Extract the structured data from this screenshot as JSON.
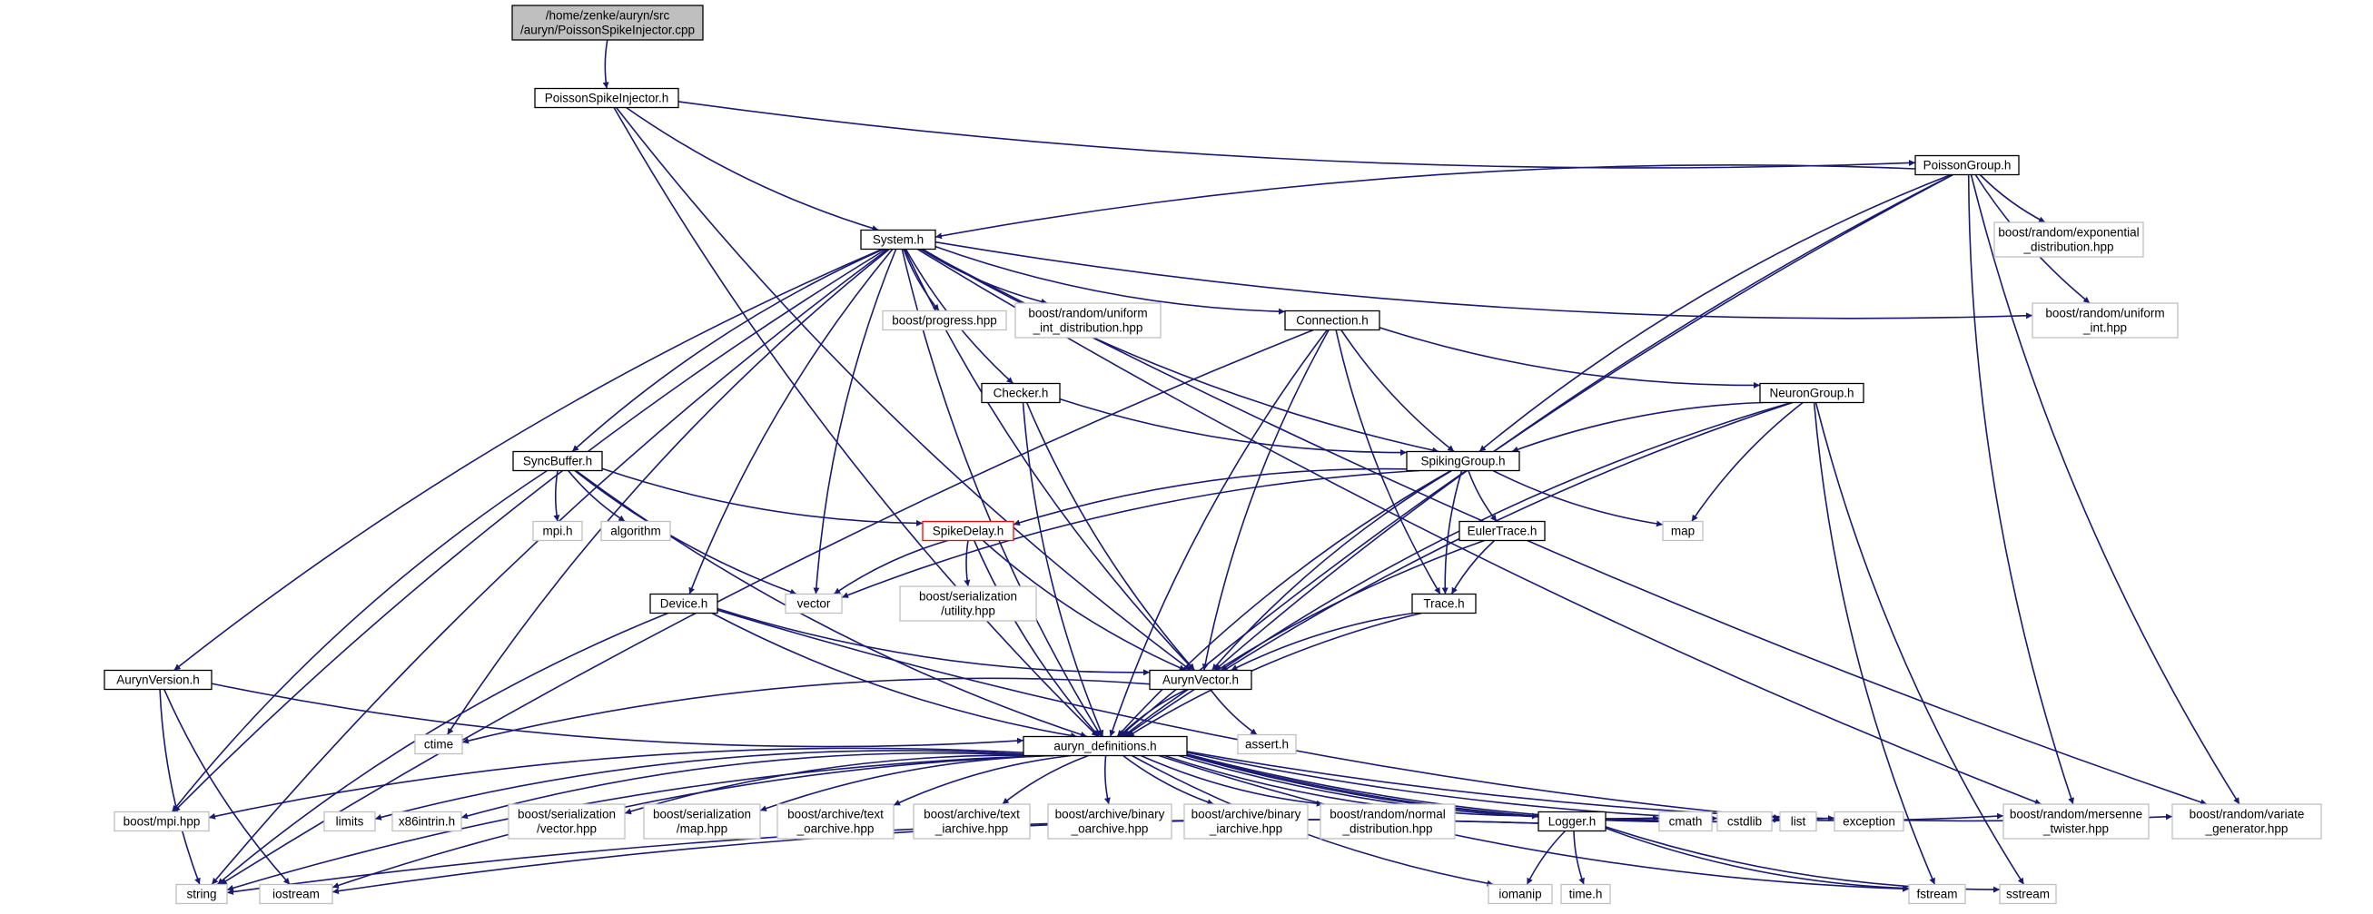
{
  "graph": {
    "edge_color": "#191970",
    "node_styles": {
      "root": {
        "fill": "#bfbfbf",
        "stroke": "#000000"
      },
      "normal": {
        "fill": "#ffffff",
        "stroke": "#000000"
      },
      "external": {
        "fill": "#ffffff",
        "stroke": "#bfbfbf"
      },
      "truncated": {
        "fill": "#ffffff",
        "stroke": "#ff0000"
      }
    },
    "nodes": [
      {
        "id": "root",
        "lines": [
          "/home/zenke/auryn/src",
          "/auryn/PoissonSpikeInjector.cpp"
        ],
        "style": "root"
      },
      {
        "id": "psi",
        "lines": [
          "PoissonSpikeInjector.h"
        ],
        "style": "normal"
      },
      {
        "id": "pg",
        "lines": [
          "PoissonGroup.h"
        ],
        "style": "normal"
      },
      {
        "id": "sys",
        "lines": [
          "System.h"
        ],
        "style": "normal"
      },
      {
        "id": "bre",
        "lines": [
          "boost/random/exponential",
          "_distribution.hpp"
        ],
        "style": "external"
      },
      {
        "id": "bprog",
        "lines": [
          "boost/progress.hpp"
        ],
        "style": "external"
      },
      {
        "id": "brui",
        "lines": [
          "boost/random/uniform",
          "_int_distribution.hpp"
        ],
        "style": "external"
      },
      {
        "id": "conn",
        "lines": [
          "Connection.h"
        ],
        "style": "normal"
      },
      {
        "id": "bru",
        "lines": [
          "boost/random/uniform",
          "_int.hpp"
        ],
        "style": "external"
      },
      {
        "id": "chk",
        "lines": [
          "Checker.h"
        ],
        "style": "normal"
      },
      {
        "id": "ng",
        "lines": [
          "NeuronGroup.h"
        ],
        "style": "normal"
      },
      {
        "id": "sb",
        "lines": [
          "SyncBuffer.h"
        ],
        "style": "normal"
      },
      {
        "id": "sg",
        "lines": [
          "SpikingGroup.h"
        ],
        "style": "normal"
      },
      {
        "id": "mpih",
        "lines": [
          "mpi.h"
        ],
        "style": "external"
      },
      {
        "id": "algo",
        "lines": [
          "algorithm"
        ],
        "style": "external"
      },
      {
        "id": "sd",
        "lines": [
          "SpikeDelay.h"
        ],
        "style": "truncated"
      },
      {
        "id": "et",
        "lines": [
          "EulerTrace.h"
        ],
        "style": "normal"
      },
      {
        "id": "map",
        "lines": [
          "map"
        ],
        "style": "external"
      },
      {
        "id": "vec",
        "lines": [
          "vector"
        ],
        "style": "external"
      },
      {
        "id": "bsu",
        "lines": [
          "boost/serialization",
          "/utility.hpp"
        ],
        "style": "external"
      },
      {
        "id": "dev",
        "lines": [
          "Device.h"
        ],
        "style": "normal"
      },
      {
        "id": "tr",
        "lines": [
          "Trace.h"
        ],
        "style": "normal"
      },
      {
        "id": "av",
        "lines": [
          "AurynVector.h"
        ],
        "style": "normal"
      },
      {
        "id": "aver",
        "lines": [
          "AurynVersion.h"
        ],
        "style": "normal"
      },
      {
        "id": "ctime",
        "lines": [
          "ctime"
        ],
        "style": "external"
      },
      {
        "id": "assert",
        "lines": [
          "assert.h"
        ],
        "style": "external"
      },
      {
        "id": "ad",
        "lines": [
          "auryn_definitions.h"
        ],
        "style": "normal"
      },
      {
        "id": "bmpi",
        "lines": [
          "boost/mpi.hpp"
        ],
        "style": "external"
      },
      {
        "id": "limits",
        "lines": [
          "limits"
        ],
        "style": "external"
      },
      {
        "id": "x86",
        "lines": [
          "x86intrin.h"
        ],
        "style": "external"
      },
      {
        "id": "bsv",
        "lines": [
          "boost/serialization",
          "/vector.hpp"
        ],
        "style": "external"
      },
      {
        "id": "bsm",
        "lines": [
          "boost/serialization",
          "/map.hpp"
        ],
        "style": "external"
      },
      {
        "id": "bato",
        "lines": [
          "boost/archive/text",
          "_oarchive.hpp"
        ],
        "style": "external"
      },
      {
        "id": "bati",
        "lines": [
          "boost/archive/text",
          "_iarchive.hpp"
        ],
        "style": "external"
      },
      {
        "id": "babo",
        "lines": [
          "boost/archive/binary",
          "_oarchive.hpp"
        ],
        "style": "external"
      },
      {
        "id": "babi",
        "lines": [
          "boost/archive/binary",
          "_iarchive.hpp"
        ],
        "style": "external"
      },
      {
        "id": "brn",
        "lines": [
          "boost/random/normal",
          "_distribution.hpp"
        ],
        "style": "external"
      },
      {
        "id": "log",
        "lines": [
          "Logger.h"
        ],
        "style": "normal"
      },
      {
        "id": "cmath",
        "lines": [
          "cmath"
        ],
        "style": "external"
      },
      {
        "id": "cstdlib",
        "lines": [
          "cstdlib"
        ],
        "style": "external"
      },
      {
        "id": "list",
        "lines": [
          "list"
        ],
        "style": "external"
      },
      {
        "id": "exc",
        "lines": [
          "exception"
        ],
        "style": "external"
      },
      {
        "id": "brm",
        "lines": [
          "boost/random/mersenne",
          "_twister.hpp"
        ],
        "style": "external"
      },
      {
        "id": "brv",
        "lines": [
          "boost/random/variate",
          "_generator.hpp"
        ],
        "style": "external"
      },
      {
        "id": "string",
        "lines": [
          "string"
        ],
        "style": "external"
      },
      {
        "id": "iostream",
        "lines": [
          "iostream"
        ],
        "style": "external"
      },
      {
        "id": "iomanip",
        "lines": [
          "iomanip"
        ],
        "style": "external"
      },
      {
        "id": "timeh",
        "lines": [
          "time.h"
        ],
        "style": "external"
      },
      {
        "id": "fstream",
        "lines": [
          "fstream"
        ],
        "style": "external"
      },
      {
        "id": "sstream",
        "lines": [
          "sstream"
        ],
        "style": "external"
      }
    ],
    "edges": [
      [
        "root",
        "psi"
      ],
      [
        "psi",
        "sys"
      ],
      [
        "psi",
        "pg"
      ],
      [
        "psi",
        "av"
      ],
      [
        "psi",
        "ad"
      ],
      [
        "pg",
        "sys"
      ],
      [
        "pg",
        "av"
      ],
      [
        "pg",
        "sg"
      ],
      [
        "pg",
        "ad"
      ],
      [
        "pg",
        "bre"
      ],
      [
        "pg",
        "bru"
      ],
      [
        "pg",
        "brm"
      ],
      [
        "pg",
        "brv"
      ],
      [
        "sys",
        "bprog"
      ],
      [
        "sys",
        "brui"
      ],
      [
        "sys",
        "conn"
      ],
      [
        "sys",
        "bru"
      ],
      [
        "sys",
        "chk"
      ],
      [
        "sys",
        "sb"
      ],
      [
        "sys",
        "sg"
      ],
      [
        "sys",
        "dev"
      ],
      [
        "sys",
        "av"
      ],
      [
        "sys",
        "aver"
      ],
      [
        "sys",
        "ctime"
      ],
      [
        "sys",
        "ad"
      ],
      [
        "sys",
        "vec"
      ],
      [
        "sys",
        "bmpi"
      ],
      [
        "sys",
        "string"
      ],
      [
        "sys",
        "brm"
      ],
      [
        "sys",
        "brv"
      ],
      [
        "conn",
        "ng"
      ],
      [
        "conn",
        "sg"
      ],
      [
        "conn",
        "av"
      ],
      [
        "conn",
        "tr"
      ],
      [
        "conn",
        "ad"
      ],
      [
        "conn",
        "string"
      ],
      [
        "chk",
        "sg"
      ],
      [
        "chk",
        "av"
      ],
      [
        "chk",
        "ad"
      ],
      [
        "ng",
        "sg"
      ],
      [
        "ng",
        "map"
      ],
      [
        "ng",
        "av"
      ],
      [
        "ng",
        "ad"
      ],
      [
        "ng",
        "fstream"
      ],
      [
        "ng",
        "sstream"
      ],
      [
        "sb",
        "mpih"
      ],
      [
        "sb",
        "algo"
      ],
      [
        "sb",
        "sd"
      ],
      [
        "sb",
        "vec"
      ],
      [
        "sb",
        "ad"
      ],
      [
        "sb",
        "bmpi"
      ],
      [
        "sg",
        "sd"
      ],
      [
        "sg",
        "et"
      ],
      [
        "sg",
        "tr"
      ],
      [
        "sg",
        "map"
      ],
      [
        "sg",
        "vec"
      ],
      [
        "sg",
        "av"
      ],
      [
        "sg",
        "ad"
      ],
      [
        "sd",
        "vec"
      ],
      [
        "sd",
        "bsu"
      ],
      [
        "sd",
        "av"
      ],
      [
        "sd",
        "ad"
      ],
      [
        "et",
        "tr"
      ],
      [
        "et",
        "ad"
      ],
      [
        "tr",
        "av"
      ],
      [
        "tr",
        "ad"
      ],
      [
        "dev",
        "av"
      ],
      [
        "dev",
        "ad"
      ],
      [
        "dev",
        "string"
      ],
      [
        "dev",
        "list"
      ],
      [
        "av",
        "ad"
      ],
      [
        "av",
        "ctime"
      ],
      [
        "av",
        "assert"
      ],
      [
        "aver",
        "ad"
      ],
      [
        "aver",
        "string"
      ],
      [
        "aver",
        "iostream"
      ],
      [
        "ad",
        "bmpi"
      ],
      [
        "ad",
        "limits"
      ],
      [
        "ad",
        "x86"
      ],
      [
        "ad",
        "bsv"
      ],
      [
        "ad",
        "bsm"
      ],
      [
        "ad",
        "bato"
      ],
      [
        "ad",
        "bati"
      ],
      [
        "ad",
        "babo"
      ],
      [
        "ad",
        "babi"
      ],
      [
        "ad",
        "brn"
      ],
      [
        "ad",
        "log"
      ],
      [
        "ad",
        "cmath"
      ],
      [
        "ad",
        "cstdlib"
      ],
      [
        "ad",
        "list"
      ],
      [
        "ad",
        "exc"
      ],
      [
        "ad",
        "brm"
      ],
      [
        "ad",
        "brv"
      ],
      [
        "ad",
        "string"
      ],
      [
        "ad",
        "iostream"
      ],
      [
        "ad",
        "iomanip"
      ],
      [
        "ad",
        "fstream"
      ],
      [
        "log",
        "string"
      ],
      [
        "log",
        "iostream"
      ],
      [
        "log",
        "iomanip"
      ],
      [
        "log",
        "timeh"
      ],
      [
        "log",
        "fstream"
      ],
      [
        "log",
        "sstream"
      ]
    ]
  }
}
